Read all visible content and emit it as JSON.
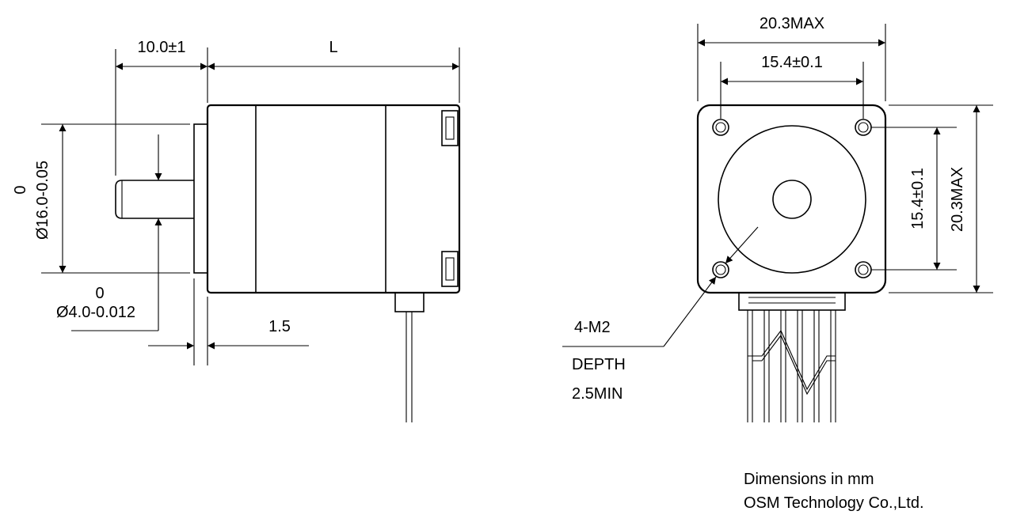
{
  "side_view": {
    "dim_shaft_length": "10.0±1",
    "dim_body_length": "L",
    "dim_pilot_dia_tol": "0",
    "dim_pilot_dia": "Ø16.0-0.05",
    "dim_shaft_dia_tol": "0",
    "dim_shaft_dia": "Ø4.0-0.012",
    "dim_pilot_depth": "1.5"
  },
  "front_view": {
    "dim_overall_width": "20.3MAX",
    "dim_hole_spacing_h": "15.4±0.1",
    "dim_hole_spacing_v": "15.4±0.1",
    "dim_overall_height": "20.3MAX",
    "hole_callout": [
      "4-M2",
      "DEPTH",
      "2.5MIN"
    ]
  },
  "footer": {
    "units_note": "Dimensions in mm",
    "company": "OSM Technology Co.,Ltd."
  }
}
